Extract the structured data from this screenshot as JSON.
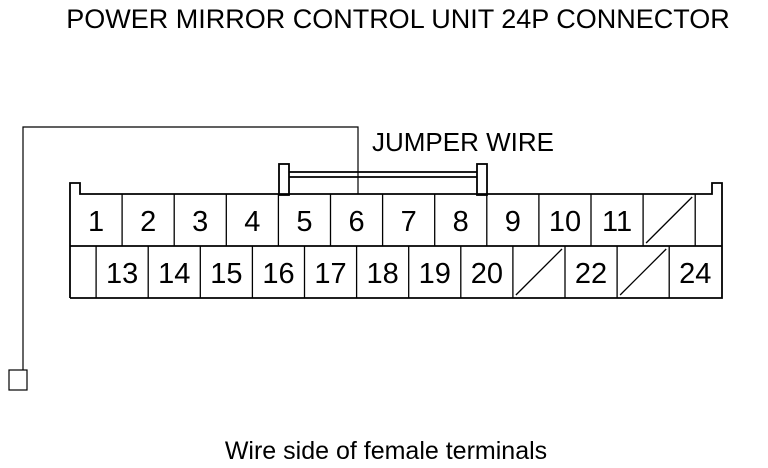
{
  "title": "POWER MIRROR CONTROL UNIT 24P CONNECTOR",
  "jumper_label": "JUMPER WIRE",
  "caption": "Wire side of female terminals",
  "colors": {
    "line": "#000000",
    "background": "#ffffff"
  },
  "connector": {
    "top_row": [
      "1",
      "2",
      "3",
      "4",
      "5",
      "6",
      "7",
      "8",
      "9",
      "10",
      "11",
      "",
      ""
    ],
    "bottom_row": [
      "",
      "13",
      "14",
      "15",
      "16",
      "17",
      "18",
      "19",
      "20",
      "",
      "22",
      "",
      "24"
    ],
    "blank_cavities_top": [
      11
    ],
    "blank_cavities_bottom": [
      9,
      11
    ]
  },
  "jumper": {
    "from_terminal": "5",
    "to_terminal": "8"
  },
  "probe": {
    "connected_terminal": "6",
    "icon": "probe-icon"
  }
}
